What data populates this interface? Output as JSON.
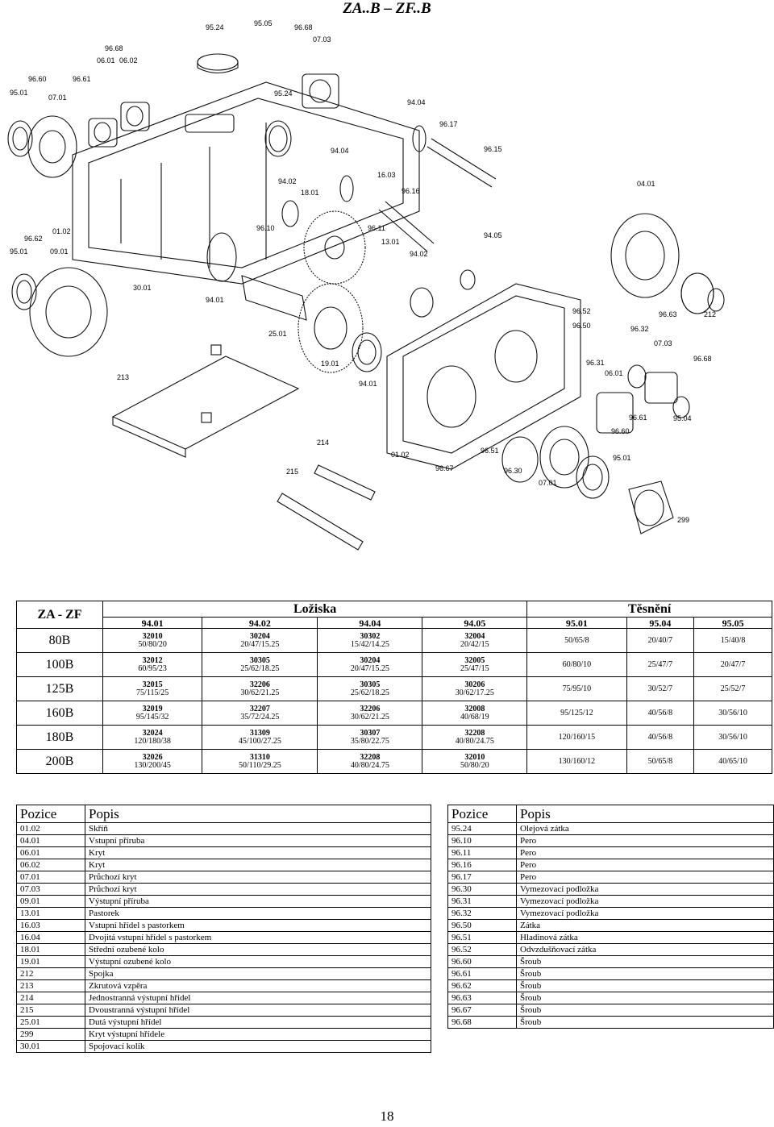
{
  "page": {
    "title": "ZA..B – ZF..B",
    "page_number": "18"
  },
  "drawing": {
    "callouts": [
      "95.24",
      "95.05",
      "96.68",
      "07.03",
      "96.68",
      "06.01",
      "06.02",
      "96.60",
      "96.61",
      "95.01",
      "07.01",
      "95.24",
      "94.04",
      "96.17",
      "96.15",
      "04.01",
      "94.04",
      "94.02",
      "18.01",
      "16.03",
      "96.16",
      "96.10",
      "96.11",
      "13.01",
      "94.05",
      "94.02",
      "01.02",
      "96.62",
      "95.01",
      "09.01",
      "30.01",
      "94.01",
      "25.01",
      "19.01",
      "94.01",
      "96.52",
      "96.50",
      "96.63",
      "212",
      "96.32",
      "07.03",
      "96.31",
      "06.01",
      "96.68",
      "96.61",
      "95.04",
      "96.60",
      "213",
      "214",
      "215",
      "96.51",
      "96.67",
      "96.30",
      "95.01",
      "07.01",
      "01.02",
      "299"
    ]
  },
  "bearings": {
    "corner": "ZA - ZF",
    "group_lozisek": "Ložiska",
    "group_tesneni": "Těsnění",
    "columns": [
      "94.01",
      "94.02",
      "94.04",
      "94.05",
      "95.01",
      "95.04",
      "95.05"
    ],
    "rows": [
      {
        "size": "80B",
        "b": [
          [
            "32010",
            "50/80/20"
          ],
          [
            "30204",
            "20/47/15.25"
          ],
          [
            "30302",
            "15/42/14.25"
          ],
          [
            "32004",
            "20/42/15"
          ]
        ],
        "s": [
          "50/65/8",
          "20/40/7",
          "15/40/8"
        ]
      },
      {
        "size": "100B",
        "b": [
          [
            "32012",
            "60/95/23"
          ],
          [
            "30305",
            "25/62/18.25"
          ],
          [
            "30204",
            "20/47/15.25"
          ],
          [
            "32005",
            "25/47/15"
          ]
        ],
        "s": [
          "60/80/10",
          "25/47/7",
          "20/47/7"
        ]
      },
      {
        "size": "125B",
        "b": [
          [
            "32015",
            "75/115/25"
          ],
          [
            "32206",
            "30/62/21.25"
          ],
          [
            "30305",
            "25/62/18.25"
          ],
          [
            "30206",
            "30/62/17.25"
          ]
        ],
        "s": [
          "75/95/10",
          "30/52/7",
          "25/52/7"
        ]
      },
      {
        "size": "160B",
        "b": [
          [
            "32019",
            "95/145/32"
          ],
          [
            "32207",
            "35/72/24.25"
          ],
          [
            "32206",
            "30/62/21.25"
          ],
          [
            "32008",
            "40/68/19"
          ]
        ],
        "s": [
          "95/125/12",
          "40/56/8",
          "30/56/10"
        ]
      },
      {
        "size": "180B",
        "b": [
          [
            "32024",
            "120/180/38"
          ],
          [
            "31309",
            "45/100/27.25"
          ],
          [
            "30307",
            "35/80/22.75"
          ],
          [
            "32208",
            "40/80/24.75"
          ]
        ],
        "s": [
          "120/160/15",
          "40/56/8",
          "30/56/10"
        ]
      },
      {
        "size": "200B",
        "b": [
          [
            "32026",
            "130/200/45"
          ],
          [
            "31310",
            "50/110/29.25"
          ],
          [
            "32208",
            "40/80/24.75"
          ],
          [
            "32010",
            "50/80/20"
          ]
        ],
        "s": [
          "130/160/12",
          "50/65/8",
          "40/65/10"
        ]
      }
    ]
  },
  "parts_left": {
    "h_pos": "Pozice",
    "h_desc": "Popis",
    "rows": [
      [
        "01.02",
        "Skříň"
      ],
      [
        "04.01",
        "Vstupní příruba"
      ],
      [
        "06.01",
        "Kryt"
      ],
      [
        "06.02",
        "Kryt"
      ],
      [
        "07.01",
        "Průchozí kryt"
      ],
      [
        "07.03",
        "Průchozí kryt"
      ],
      [
        "09.01",
        "Výstupní příruba"
      ],
      [
        "13.01",
        "Pastorek"
      ],
      [
        "16.03",
        "Vstupní hřídel s pastorkem"
      ],
      [
        "16.04",
        "Dvojitá vstupní hřídel s pastorkem"
      ],
      [
        "18.01",
        "Střední ozubené kolo"
      ],
      [
        "19.01",
        "Výstupní ozubené kolo"
      ],
      [
        "212",
        "Spojka"
      ],
      [
        "213",
        "Zkrutová vzpěra"
      ],
      [
        "214",
        "Jednostranná výstupní hřídel"
      ],
      [
        "215",
        "Dvoustranná výstupní hřídel"
      ],
      [
        "25.01",
        "Dutá výstupní hřídel"
      ],
      [
        "299",
        "Kryt výstupní hřídele"
      ],
      [
        "30.01",
        "Spojovací kolík"
      ]
    ]
  },
  "parts_right": {
    "h_pos": "Pozice",
    "h_desc": "Popis",
    "rows": [
      [
        "95.24",
        "Olejová zátka"
      ],
      [
        "96.10",
        "Pero"
      ],
      [
        "96.11",
        "Pero"
      ],
      [
        "96.16",
        "Pero"
      ],
      [
        "96.17",
        "Pero"
      ],
      [
        "96.30",
        "Vymezovací podložka"
      ],
      [
        "96.31",
        "Vymezovací podložka"
      ],
      [
        "96.32",
        "Vymezovací podložka"
      ],
      [
        "96.50",
        "Zátka"
      ],
      [
        "96.51",
        "Hladinová zátka"
      ],
      [
        "96.52",
        "Odvzdušňovací zátka"
      ],
      [
        "96.60",
        "Šroub"
      ],
      [
        "96.61",
        "Šroub"
      ],
      [
        "96.62",
        "Šroub"
      ],
      [
        "96.63",
        "Šroub"
      ],
      [
        "96.67",
        "Šroub"
      ],
      [
        "96.68",
        "Šroub"
      ]
    ]
  }
}
